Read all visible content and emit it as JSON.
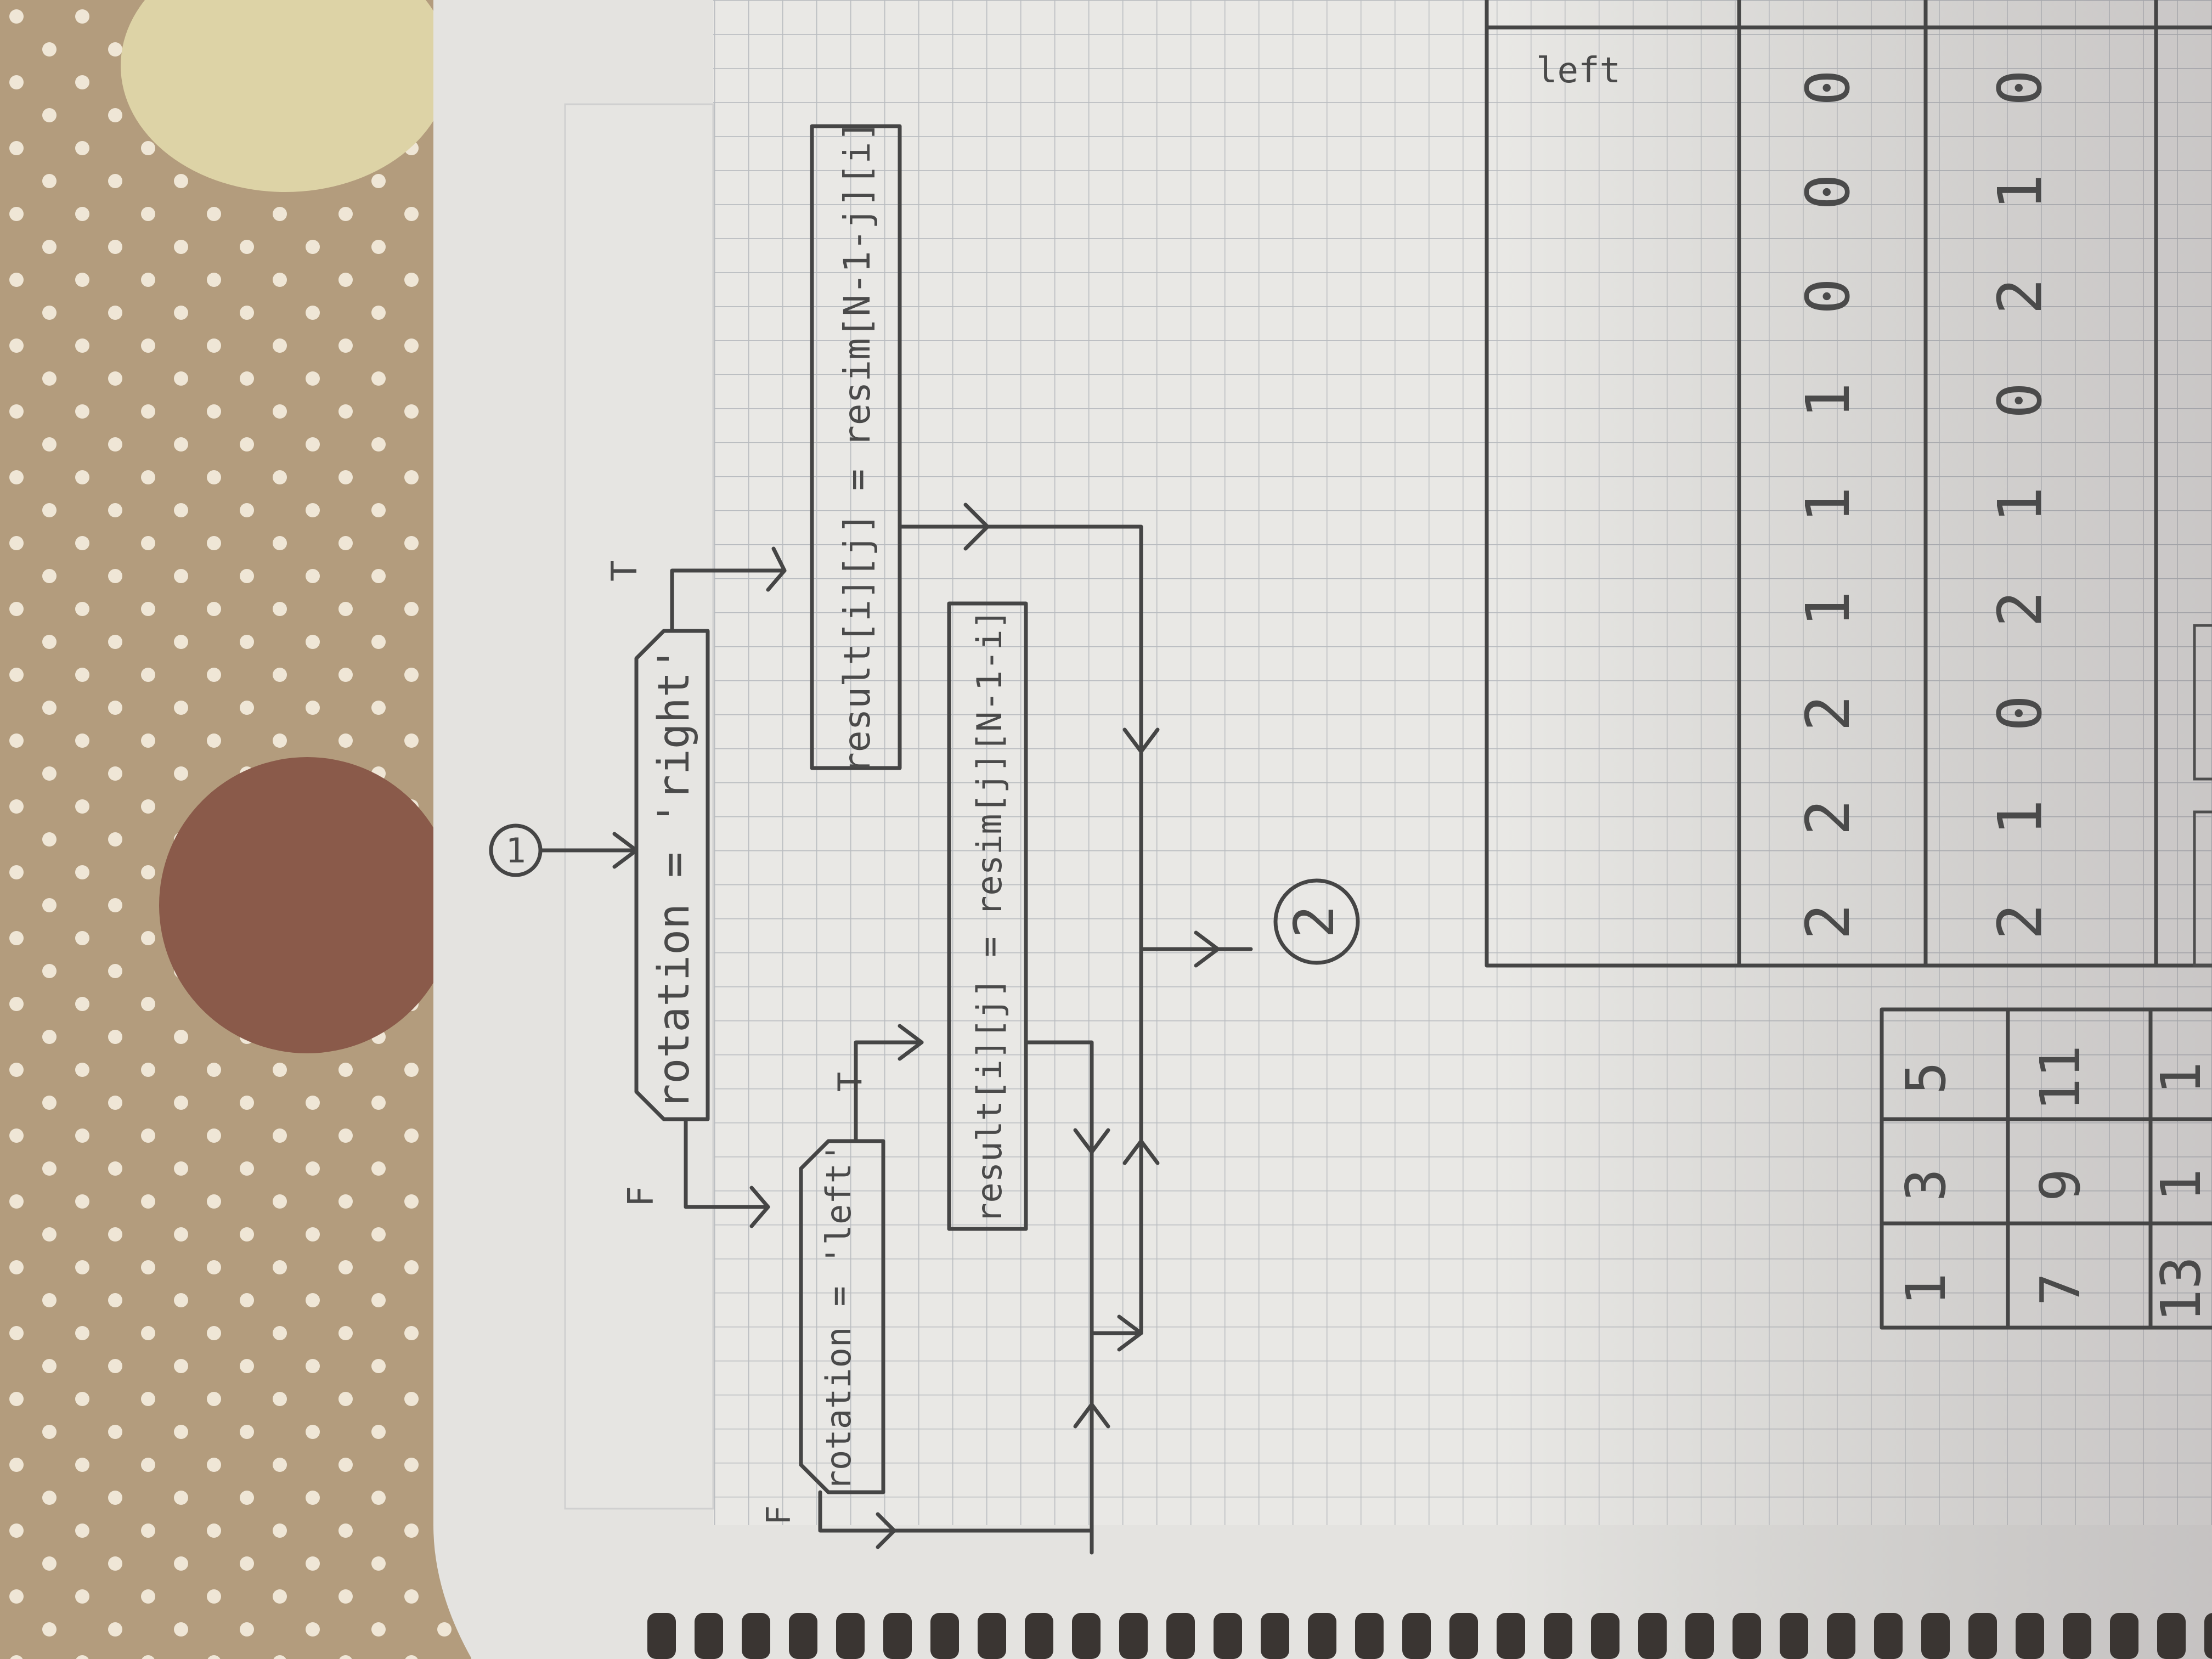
{
  "flowchart": {
    "start_connector": "1",
    "end_connector": "2",
    "decision_right": "rotation = 'right'",
    "decision_left": "rotation = 'left'",
    "true_label": "T",
    "false_label": "F",
    "process_right": "result[i][j] = resim[N-1-j][i]",
    "process_left": "result[i][j] = resim[j][N-1-i]"
  },
  "trace_table": {
    "header_first_col": "left",
    "col_i": [
      "0",
      "0",
      "0",
      "1",
      "1",
      "1",
      "2",
      "2",
      "2"
    ],
    "col_j": [
      "0",
      "1",
      "2",
      "0",
      "1",
      "2",
      "0",
      "1",
      "2"
    ]
  },
  "matrix": {
    "rows": [
      [
        "5",
        "11",
        "1"
      ],
      [
        "3",
        "9",
        "1"
      ],
      [
        "1",
        "7",
        "13"
      ]
    ]
  },
  "colors": {
    "fabric": "#b39c7d",
    "dot_white": "#efe6d6",
    "dot_brown": "#8a5a4a",
    "paper": "#e9e8e5",
    "grid_line": "#b9bcc0",
    "pencil": "#454545"
  }
}
